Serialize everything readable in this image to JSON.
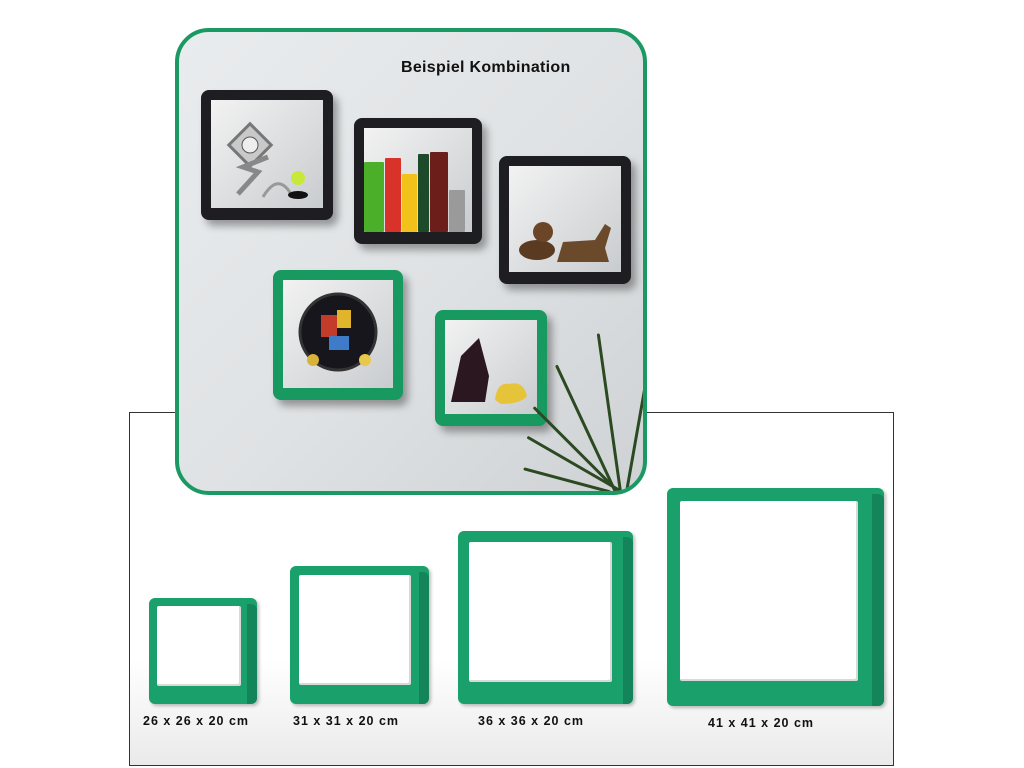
{
  "photo": {
    "title": "Beispiel Kombination"
  },
  "colors": {
    "accent_green": "#1a9a62",
    "shelf_black": "#1e1e22",
    "frame_border": "#333333"
  },
  "sizes": [
    {
      "label": "26 x 26 x 20 cm"
    },
    {
      "label": "31 x 31 x 20 cm"
    },
    {
      "label": "36 x 36 x 20 cm"
    },
    {
      "label": "41 x 41 x 20 cm"
    }
  ]
}
